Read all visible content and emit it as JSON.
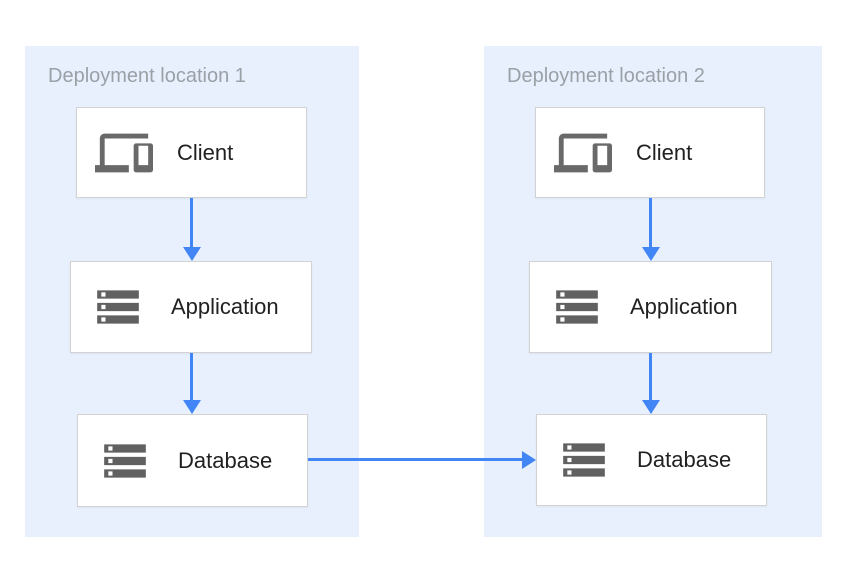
{
  "diagram": {
    "panels": [
      {
        "title": "Deployment location 1",
        "nodes": [
          {
            "label": "Client",
            "icon": "devices-icon"
          },
          {
            "label": "Application",
            "icon": "storage-icon"
          },
          {
            "label": "Database",
            "icon": "storage-icon"
          }
        ]
      },
      {
        "title": "Deployment location 2",
        "nodes": [
          {
            "label": "Client",
            "icon": "devices-icon"
          },
          {
            "label": "Application",
            "icon": "storage-icon"
          },
          {
            "label": "Database",
            "icon": "storage-icon"
          }
        ]
      }
    ],
    "edges": [
      {
        "from": "client-1",
        "to": "application-1",
        "direction": "down"
      },
      {
        "from": "application-1",
        "to": "database-1",
        "direction": "down"
      },
      {
        "from": "client-2",
        "to": "application-2",
        "direction": "down"
      },
      {
        "from": "application-2",
        "to": "database-2",
        "direction": "down"
      },
      {
        "from": "database-1",
        "to": "database-2",
        "direction": "right"
      }
    ],
    "colors": {
      "panel_background": "#e8f0fe",
      "arrow": "#4285f4",
      "node_border": "#d2d2d2",
      "icon_gray": "#616161",
      "title_text": "#9aa0a6",
      "label_text": "#212121"
    }
  }
}
